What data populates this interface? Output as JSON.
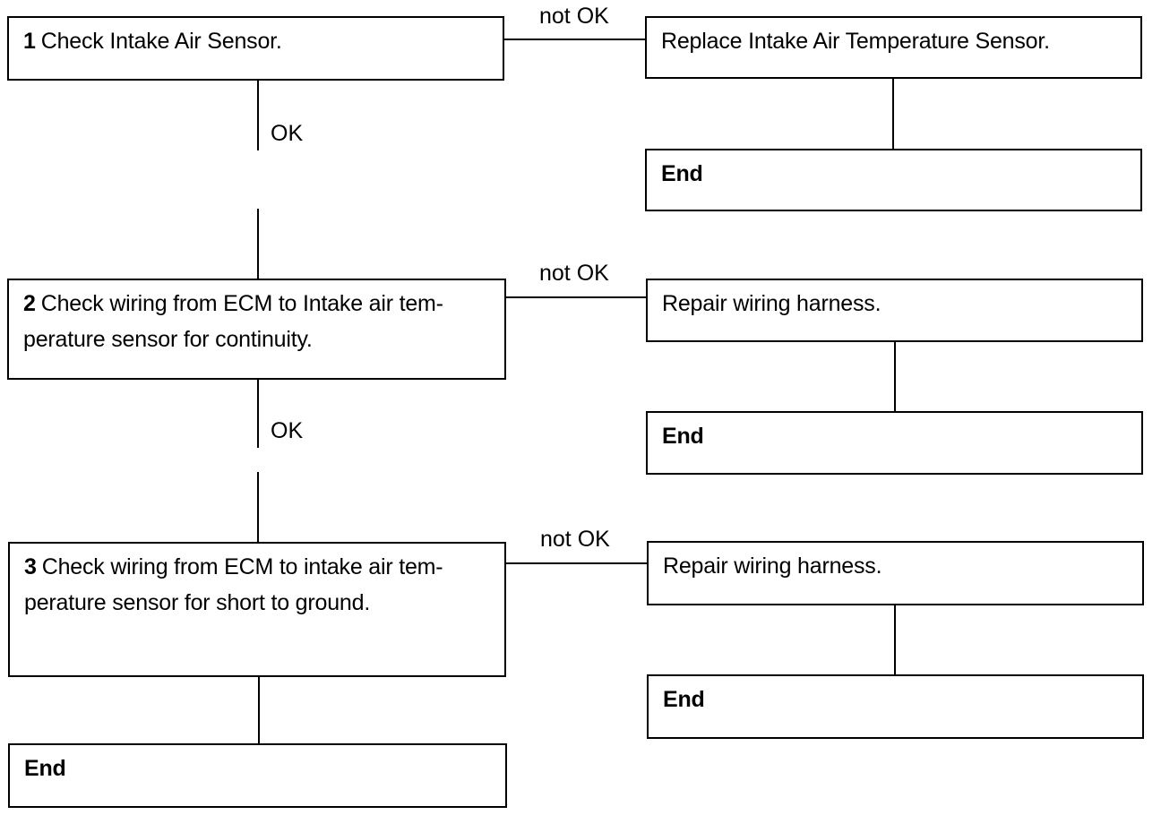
{
  "steps": [
    {
      "number": "1",
      "text": "Check Intake Air Sensor.",
      "fail_action": "Replace Intake Air Temperature Sensor.",
      "fail_end": "End"
    },
    {
      "number": "2",
      "text": "Check wiring from ECM to Intake air tem-perature sensor for continuity.",
      "fail_action": "Repair wiring harness.",
      "fail_end": "End"
    },
    {
      "number": "3",
      "text": "Check wiring from ECM to intake air tem-perature sensor for short to ground.",
      "fail_action": "Repair wiring harness.",
      "fail_end": "End"
    }
  ],
  "labels": {
    "ok": "OK",
    "not_ok": "not OK"
  },
  "final_end": "End"
}
